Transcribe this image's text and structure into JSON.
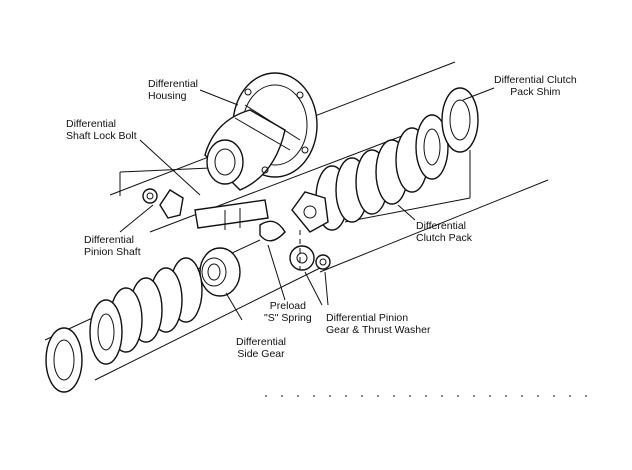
{
  "labels": {
    "housing": "Differential\nHousing",
    "shim": "Differential Clutch\nPack Shim",
    "lock_bolt": "Differential\nShaft Lock Bolt",
    "clutch_pack": "Differential\nClutch Pack",
    "pinion_shaft": "Differential\nPinion Shaft",
    "s_spring": "Preload\n\"S\" Spring",
    "pinion_gear": "Differential Pinion\nGear & Thrust Washer",
    "side_gear": "Differential\nSide Gear"
  }
}
